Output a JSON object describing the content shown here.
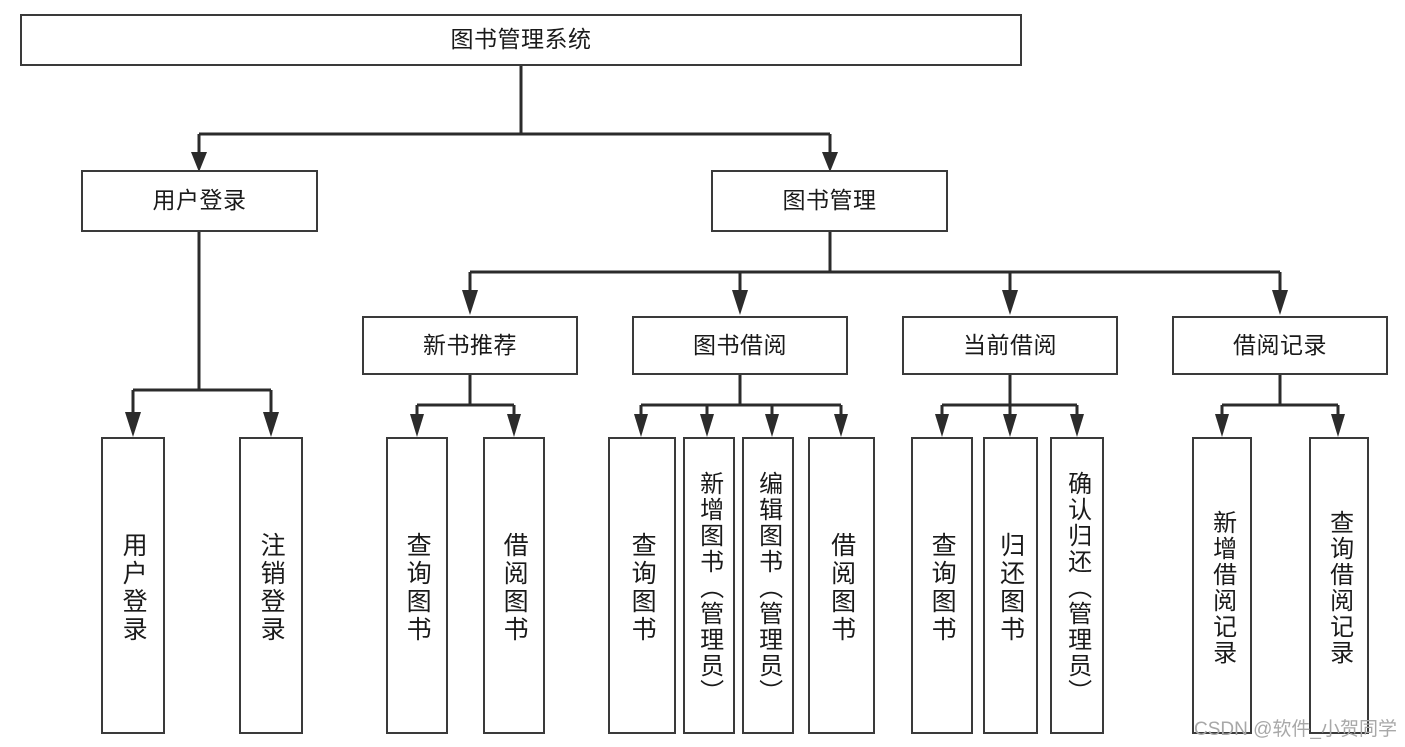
{
  "diagram": {
    "type": "tree-hierarchy",
    "title": "图书管理系统",
    "orientation": "top-down",
    "colors": {
      "box_border": "#3a3a3a",
      "box_fill": "#ffffff",
      "edge": "#2b2b2b",
      "text": "#1a1a1a",
      "watermark": "#a8a8a8",
      "background": "#ffffff"
    },
    "levels": {
      "root": {
        "label": "图书管理系统"
      },
      "level2": [
        {
          "label": "用户登录"
        },
        {
          "label": "图书管理"
        }
      ],
      "level3": [
        {
          "label": "新书推荐"
        },
        {
          "label": "图书借阅"
        },
        {
          "label": "当前借阅"
        },
        {
          "label": "借阅记录"
        }
      ],
      "leaves": {
        "user_login": [
          {
            "label": "用户登录"
          },
          {
            "label": "注销登录"
          }
        ],
        "new_book_recommend": [
          {
            "label": "查询图书"
          },
          {
            "label": "借阅图书"
          }
        ],
        "book_borrow": [
          {
            "label": "查询图书"
          },
          {
            "label": "新增图书（管理员）"
          },
          {
            "label": "编辑图书（管理员）"
          },
          {
            "label": "借阅图书"
          }
        ],
        "current_borrow": [
          {
            "label": "查询图书"
          },
          {
            "label": "归还图书"
          },
          {
            "label": "确认归还（管理员）"
          }
        ],
        "borrow_record": [
          {
            "label": "新增借阅记录"
          },
          {
            "label": "查询借阅记录"
          }
        ]
      }
    }
  },
  "watermark": {
    "text": "CSDN @软件_小贺同学"
  }
}
